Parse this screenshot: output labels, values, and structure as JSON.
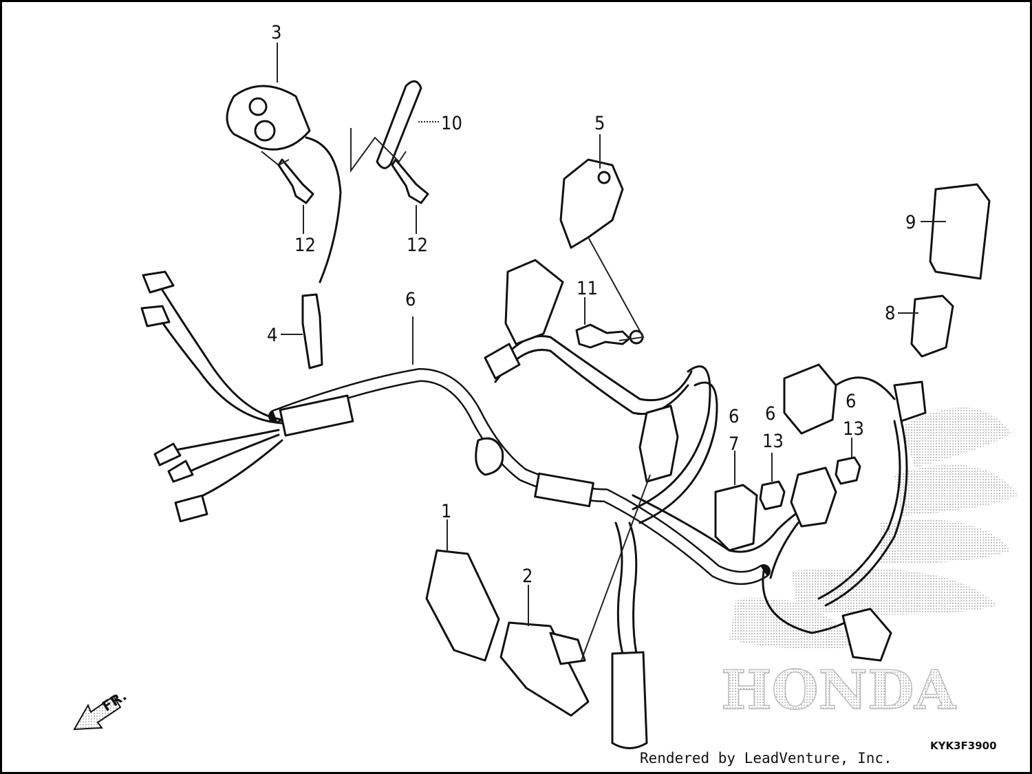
{
  "callouts": {
    "c1": "1",
    "c2": "2",
    "c3": "3",
    "c4": "4",
    "c5": "5",
    "c6_main": "6",
    "c6_a": "6",
    "c6_b": "6",
    "c6_c": "6",
    "c7": "7",
    "c8": "8",
    "c9": "9",
    "c10": "10",
    "c11": "11",
    "c12_a": "12",
    "c12_b": "12",
    "c13_a": "13",
    "c13_b": "13"
  },
  "direction_label": "FR.",
  "watermark": "HONDA",
  "diagram_code": "KYK3F3900",
  "credit": "Rendered by LeadVenture, Inc."
}
